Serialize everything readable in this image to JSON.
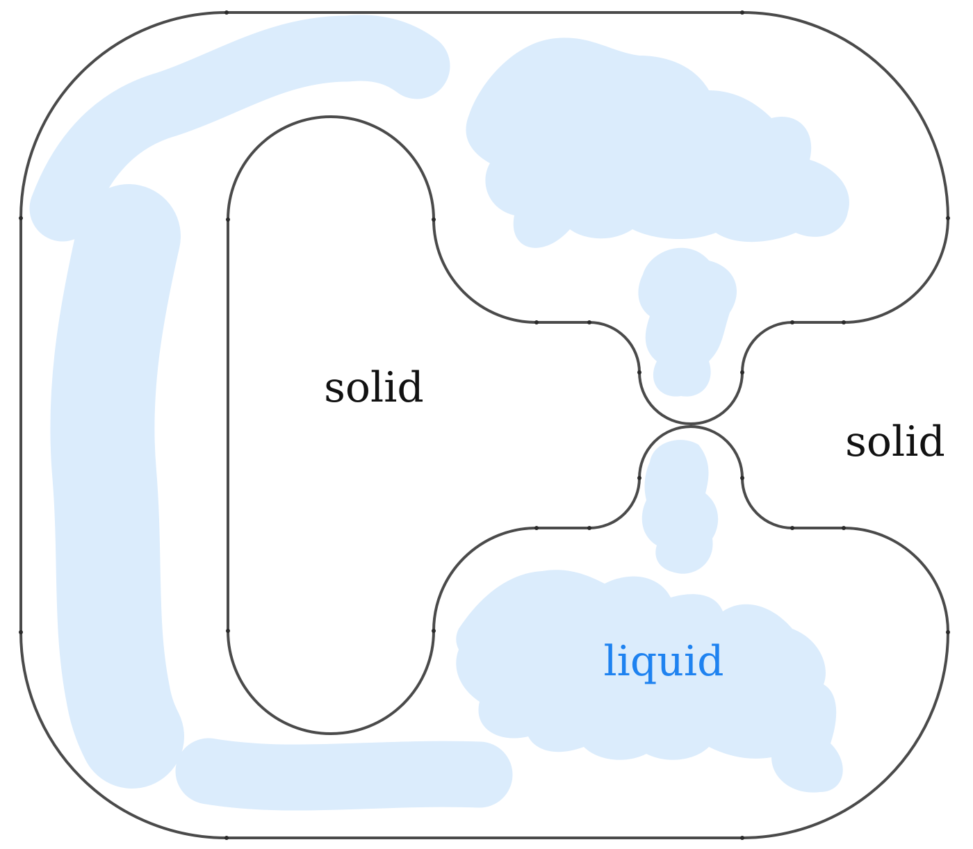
{
  "labels": {
    "solid_inner": "solid",
    "solid_outer": "solid",
    "liquid": "liquid"
  },
  "colors": {
    "outline": "#4a4a4a",
    "liquid_fill": "#dbecfc",
    "solid_text": "#111111",
    "liquid_text": "#1e82f0"
  }
}
